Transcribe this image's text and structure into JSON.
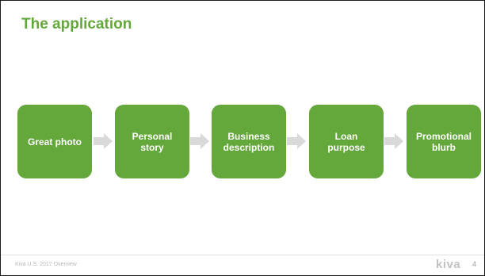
{
  "slide": {
    "title": "The application",
    "steps": [
      {
        "label": "Great photo"
      },
      {
        "label": "Personal\nstory"
      },
      {
        "label": "Business\ndescription"
      },
      {
        "label": "Loan\npurpose"
      },
      {
        "label": "Promotional\nblurb"
      }
    ],
    "footer": {
      "text": "Kiva U.S. 2017 Overview",
      "logo": "kiva",
      "page_number": "4"
    }
  },
  "colors": {
    "accent": "#64a73b",
    "arrow": "#d9d9d9",
    "footer_text": "#b9b9b9"
  }
}
